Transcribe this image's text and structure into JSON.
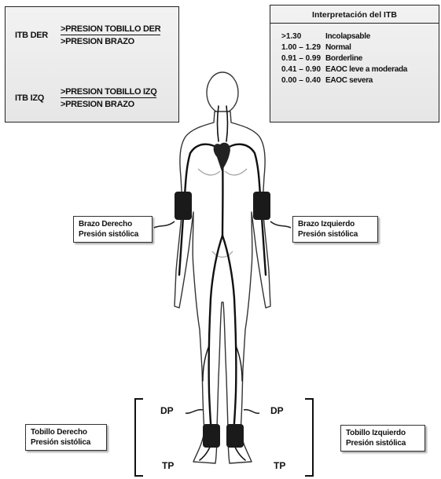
{
  "itb_formula": {
    "right": {
      "name": "ITB DER",
      "numerator": ">PRESION TOBILLO DER",
      "denominator": ">PRESION BRAZO"
    },
    "left": {
      "name": "ITB IZQ",
      "numerator": ">PRESION TOBILLO IZQ",
      "denominator": ">PRESION BRAZO"
    }
  },
  "interpretation": {
    "title": "Interpretación del ITB",
    "rows": [
      {
        "range": ">1.30",
        "label": "Incolapsable"
      },
      {
        "range": "1.00 – 1.29",
        "label": "Normal"
      },
      {
        "range": "0.91 – 0.99",
        "label": "Borderline"
      },
      {
        "range": "0.41 – 0.90",
        "label": "EAOC leve a moderada"
      },
      {
        "range": "0.00 – 0.40",
        "label": "EAOC severa"
      }
    ]
  },
  "labels": {
    "arm_right": {
      "line1": "Brazo Derecho",
      "line2": "Presión sistólica"
    },
    "arm_left": {
      "line1": "Brazo Izquierdo",
      "line2": "Presión sistólica"
    },
    "ankle_right": {
      "line1": "Tobillo Derecho",
      "line2": "Presión sistólica"
    },
    "ankle_left": {
      "line1": "Tobillo Izquierdo",
      "line2": "Presión sistólica"
    }
  },
  "pulses": {
    "dp": "DP",
    "tp": "TP"
  }
}
